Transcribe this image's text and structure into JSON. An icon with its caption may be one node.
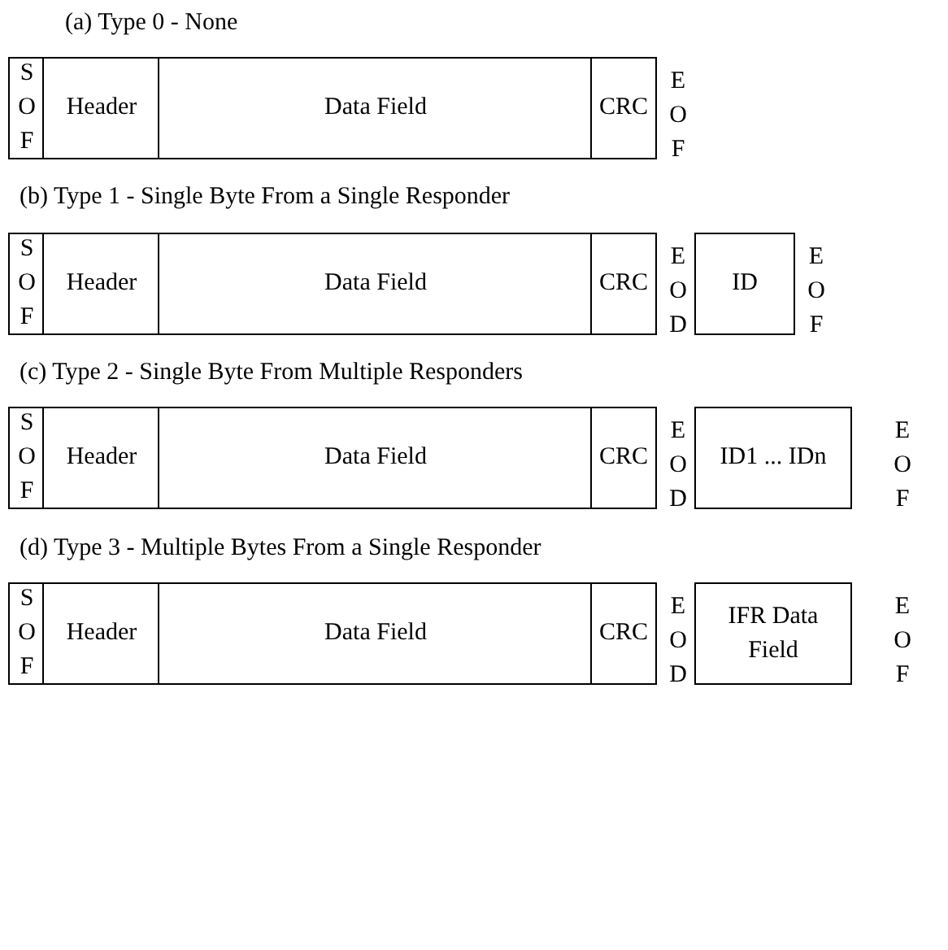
{
  "diagram": {
    "nodes": [
      {
        "text": [
          "S O F"
        ]
      },
      {
        "text": [
          "Header"
        ]
      },
      {
        "text": [
          "Data Field"
        ]
      },
      {
        "text": [
          "CRC"
        ]
      },
      {
        "text": [
          "S O F"
        ]
      },
      {
        "text": [
          "Header"
        ]
      },
      {
        "text": [
          "Data Field"
        ]
      },
      {
        "text": [
          "CRC"
        ]
      },
      {
        "text": [
          "ID"
        ]
      },
      {
        "text": [
          "S O F"
        ]
      },
      {
        "text": [
          "Header"
        ]
      },
      {
        "text": [
          "Data Field"
        ]
      },
      {
        "text": [
          "CRC"
        ]
      },
      {
        "text": [
          "ID1 ... IDn"
        ]
      },
      {
        "text": [
          "S O F"
        ]
      },
      {
        "text": [
          "Header"
        ]
      },
      {
        "text": [
          "Data Field"
        ]
      },
      {
        "text": [
          "CRC"
        ]
      },
      {
        "text": [
          "IFR Data Field"
        ]
      }
    ],
    "labels": [
      "(a) Type 0 - None",
      "E O F",
      "(b) Type 1 - Single Byte From a Single Responder",
      "E O D",
      "E O F",
      "(c) Type 2 - Single Byte From Multiple Responders",
      "E O D",
      "E O F",
      "(d) Type 3 - Multiple Bytes From a Single Responder",
      "E O D",
      "E O F"
    ]
  }
}
